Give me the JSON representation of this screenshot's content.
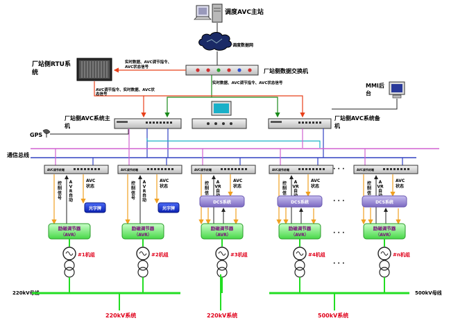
{
  "top": {
    "dispatch_master": "调度AVC主站",
    "dispatch_network": "调度数据网",
    "data_switch": "厂站侧数据交换机",
    "rtu_system": "厂站侧RTU系统",
    "mmi_backend": "MMI后台",
    "avc_main": "厂站侧AVC系统主机",
    "avc_backup": "厂站侧AVC系统备机",
    "gps": "GPS",
    "comm_bus": "通信总线"
  },
  "messages": {
    "rtu_to_switch_1": "实时数据、AVC调节指令、",
    "rtu_to_switch_2": "AVC状态信号",
    "switch_to_avc": "实时数据、AVC调节指令、AVC状态信号",
    "rtu_to_avc_1": "AVC调节指令、实时数据、AVC状",
    "rtu_to_avc_2": "态信号"
  },
  "units": {
    "terminal_label": "AVC调节终端",
    "control_signal": [
      "控",
      "制",
      "信",
      "号"
    ],
    "avr_auto": [
      "A",
      "V",
      "R",
      "自",
      "动"
    ],
    "avc_status": [
      "AVC",
      "状态"
    ],
    "light_panel": "光字牌",
    "dcs": "DCS系统",
    "exciter_title": "励磁调节器",
    "exciter_sub": "（AVR）",
    "gen_labels": [
      "#1机组",
      "#2机组",
      "#3机组",
      "#4机组",
      "#n机组"
    ]
  },
  "buses": {
    "bus_220_label": "220kV母线",
    "bus_500_label": "500kV母线",
    "systems": [
      "220kV系统",
      "220kV系统",
      "500kV系统"
    ]
  },
  "colors": {
    "red_link": "#e8401a",
    "green_link": "#1a8a1a",
    "orange_link": "#f0a020",
    "bus_green": "#22dd22",
    "purple_bus": "#d060d0",
    "blue_bus": "#3040c0",
    "dcs_fill": "#9a8ad0",
    "light_panel_fill": "#1a3ae0",
    "exciter_fill": "#88f088"
  }
}
